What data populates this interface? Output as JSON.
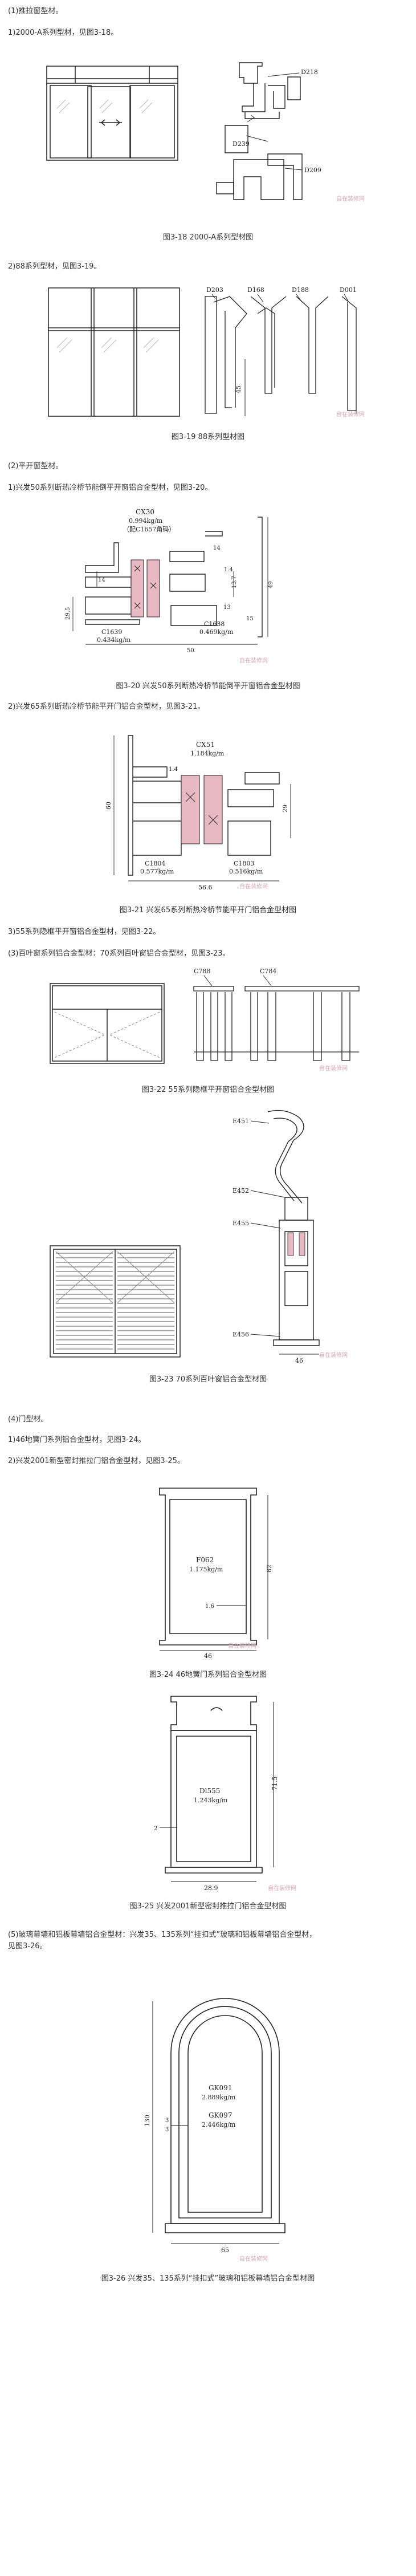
{
  "sections": {
    "pull_title": "(1)推拉窗型材。",
    "pull_2000": "1)2000-A系列型材，见图3-18。",
    "pull_88": "2)88系列型材，见图3-19。",
    "casement_title": "(2)平开窗型材。",
    "casement_50": "1)兴发50系列断热冷桥节能倒平开窗铝合金型材，见图3-20。",
    "casement_65": "2)兴发65系列断热冷桥节能平开门铝合金型材，见图3-21。",
    "casement_55": "3)55系列隐框平开窗铝合金型材，见图3-22。",
    "louver_70": "(3)百叶窗系列铝合金型材：70系列百叶窗铝合金型材，见图3-23。",
    "door_title": "(4)门型材。",
    "door_46": "1)46地簧门系列铝合金型材，见图3-24。",
    "door_2001": "2)兴发2001新型密封推拉门铝合金型材，见图3-25。",
    "curtain_line1": "(5)玻璃幕墙和铝板幕墙铝合金型材：兴发35、135系列“挂扣式”玻璃和铝板幕墙铝合金型材，",
    "curtain_line2": "见图3-26。"
  },
  "figures": {
    "f18": {
      "caption": "图3-18 2000-A系列型材图",
      "labels": {
        "d218": "D218",
        "d239": "D239",
        "d209": "D209"
      }
    },
    "f19": {
      "caption": "图3-19 88系列型材图",
      "labels": {
        "d203": "D203",
        "d168": "D168",
        "d188": "D188",
        "d001": "D001",
        "dim_45": "45"
      }
    },
    "f20": {
      "caption": "图3-20 兴发50系列断热冷桥节能倒平开窗铝合金型材图",
      "labels": {
        "cx30": "CX30",
        "cx30_weight": "0.994kg/m",
        "cx30_note": "（配C1657角码）",
        "c1639": "C1639",
        "c1639_weight": "0.434kg/m",
        "c1638": "C1638",
        "c1638_weight": "0.469kg/m",
        "dim_14a": "14",
        "dim_14b": "14",
        "dim_49": "49",
        "dim_29_5": "29.5",
        "dim_50": "50",
        "dim_13_7": "13.7",
        "dim_13": "13",
        "dim_1_4": "1.4",
        "dim_15": "15"
      }
    },
    "f21": {
      "caption": "图3-21 兴发65系列断热冷桥节能平开门铝合金型材图",
      "labels": {
        "cx51": "CX51",
        "cx51_weight": "1.184kg/m",
        "c1804": "C1804",
        "c1804_weight": "0.577kg/m",
        "c1803": "C1803",
        "c1803_weight": "0.516kg/m",
        "dim_60": "60",
        "dim_29": "29",
        "dim_56_6": "56.6",
        "dim_1_4": "1.4"
      }
    },
    "f22": {
      "caption": "图3-22 55系列隐框平开窗铝合金型材图",
      "labels": {
        "c788": "C788",
        "c784": "C784"
      }
    },
    "f23": {
      "caption": "图3-23 70系列百叶窗铝合金型材图",
      "labels": {
        "e451": "E451",
        "e452": "E452",
        "e455": "E455",
        "e456": "E456",
        "dim_46": "46"
      }
    },
    "f24": {
      "caption": "图3-24 46地簧门系列铝合金型材图",
      "labels": {
        "f062": "F062",
        "f062_weight": "1.175kg/m",
        "dim_82": "82",
        "dim_1_6": "1.6",
        "dim_46": "46"
      }
    },
    "f25": {
      "caption": "图3-25 兴发2001新型密封推拉门铝合金型材图",
      "labels": {
        "dl555": "Dl555",
        "dl555_weight": "1.243kg/m",
        "dim_71_5": "71.5",
        "dim_2": "2",
        "dim_28_9": "28.9"
      }
    },
    "f26": {
      "caption": "图3-26 兴发35、135系列“挂扣式”玻璃和铝板幕墙铝合金型材图",
      "labels": {
        "gk091": "GK091",
        "gk091_weight": "2.889kg/m",
        "gk097": "GK097",
        "gk097_weight": "2.446kg/m",
        "dim_130": "130",
        "dim_3a": "3",
        "dim_3b": "3",
        "dim_65": "65"
      }
    }
  },
  "watermark": "自在装修网"
}
